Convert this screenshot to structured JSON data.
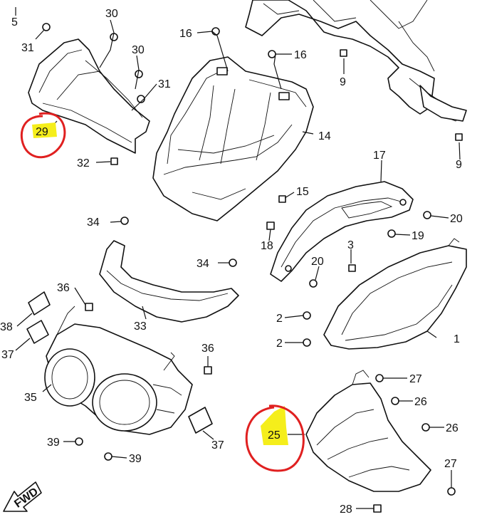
{
  "diagram": {
    "callouts": [
      {
        "id": "c5",
        "text": "5"
      },
      {
        "id": "c31a",
        "text": "31"
      },
      {
        "id": "c30a",
        "text": "30"
      },
      {
        "id": "c30b",
        "text": "30"
      },
      {
        "id": "c31b",
        "text": "31"
      },
      {
        "id": "c29",
        "text": "29"
      },
      {
        "id": "c32",
        "text": "32"
      },
      {
        "id": "c16a",
        "text": "16"
      },
      {
        "id": "c16b",
        "text": "16"
      },
      {
        "id": "c14",
        "text": "14"
      },
      {
        "id": "c9a",
        "text": "9"
      },
      {
        "id": "c9b",
        "text": "9"
      },
      {
        "id": "c15",
        "text": "15"
      },
      {
        "id": "c17",
        "text": "17"
      },
      {
        "id": "c20a",
        "text": "20"
      },
      {
        "id": "c19",
        "text": "19"
      },
      {
        "id": "c18",
        "text": "18"
      },
      {
        "id": "c3",
        "text": "3"
      },
      {
        "id": "c20b",
        "text": "20"
      },
      {
        "id": "c34a",
        "text": "34"
      },
      {
        "id": "c34b",
        "text": "34"
      },
      {
        "id": "c33",
        "text": "33"
      },
      {
        "id": "c36a",
        "text": "36"
      },
      {
        "id": "c38",
        "text": "38"
      },
      {
        "id": "c37a",
        "text": "37"
      },
      {
        "id": "c35",
        "text": "35"
      },
      {
        "id": "c36b",
        "text": "36"
      },
      {
        "id": "c37b",
        "text": "37"
      },
      {
        "id": "c39a",
        "text": "39"
      },
      {
        "id": "c39b",
        "text": "39"
      },
      {
        "id": "c2a",
        "text": "2"
      },
      {
        "id": "c2b",
        "text": "2"
      },
      {
        "id": "c1",
        "text": "1"
      },
      {
        "id": "c27a",
        "text": "27"
      },
      {
        "id": "c26a",
        "text": "26"
      },
      {
        "id": "c26b",
        "text": "26"
      },
      {
        "id": "c25",
        "text": "25"
      },
      {
        "id": "c27b",
        "text": "27"
      },
      {
        "id": "c28",
        "text": "28"
      }
    ],
    "fwd_label": "FWD",
    "highlight_color": "#f5ee1b",
    "marker_color": "#e02020"
  }
}
